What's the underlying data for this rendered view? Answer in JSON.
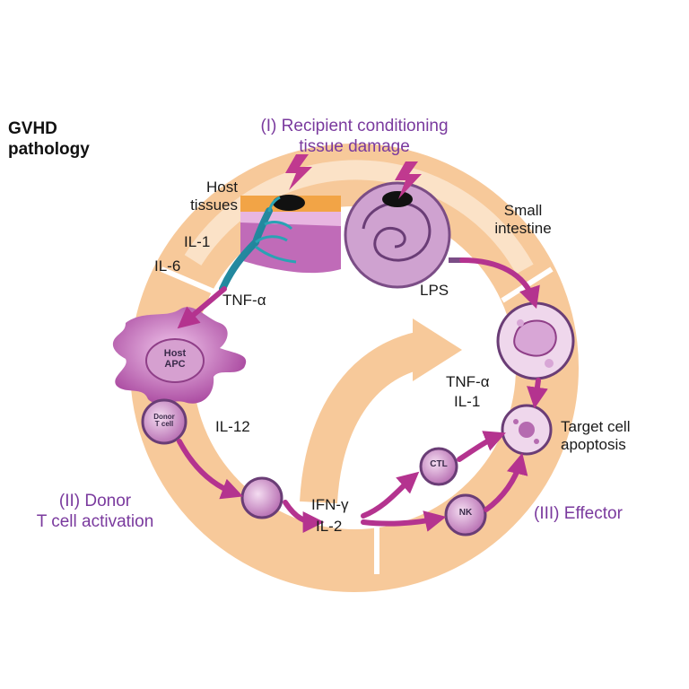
{
  "heading": {
    "line1": "GVHD",
    "line2": "pathology"
  },
  "phases": {
    "phase1": {
      "line1": "(I) Recipient conditioning",
      "line2": "tissue damage"
    },
    "phase2": {
      "line1": "(II) Donor",
      "line2": "T cell activation"
    },
    "phase3": "(III) Effector"
  },
  "labels": {
    "host_tissues": {
      "line1": "Host",
      "line2": "tissues"
    },
    "small_intestine": {
      "line1": "Small",
      "line2": "intestine"
    },
    "il1": "IL-1",
    "il6": "IL-6",
    "tnf_alpha_1": "TNF-α",
    "lps": "LPS",
    "il12": "IL-12",
    "tnf_alpha_2": "TNF-α",
    "il1_2": "IL-1",
    "ifn_gamma": "IFN-γ",
    "il2": "IL-2",
    "target_cell": {
      "line1": "Target cell",
      "line2": "apoptosis"
    }
  },
  "cells": {
    "host_apc": {
      "line1": "Host",
      "line2": "APC"
    },
    "donor_t": {
      "line1": "Donor",
      "line2": "T cell"
    },
    "ctl": "CTL",
    "nk": "NK"
  },
  "colors": {
    "ring": "#f7c99a",
    "ring_light": "#fbe2c7",
    "arrow": "#b4338f",
    "cell_fill": "#d9a3d4",
    "title": "#7a3a9e",
    "lightning": "#c0398f"
  }
}
